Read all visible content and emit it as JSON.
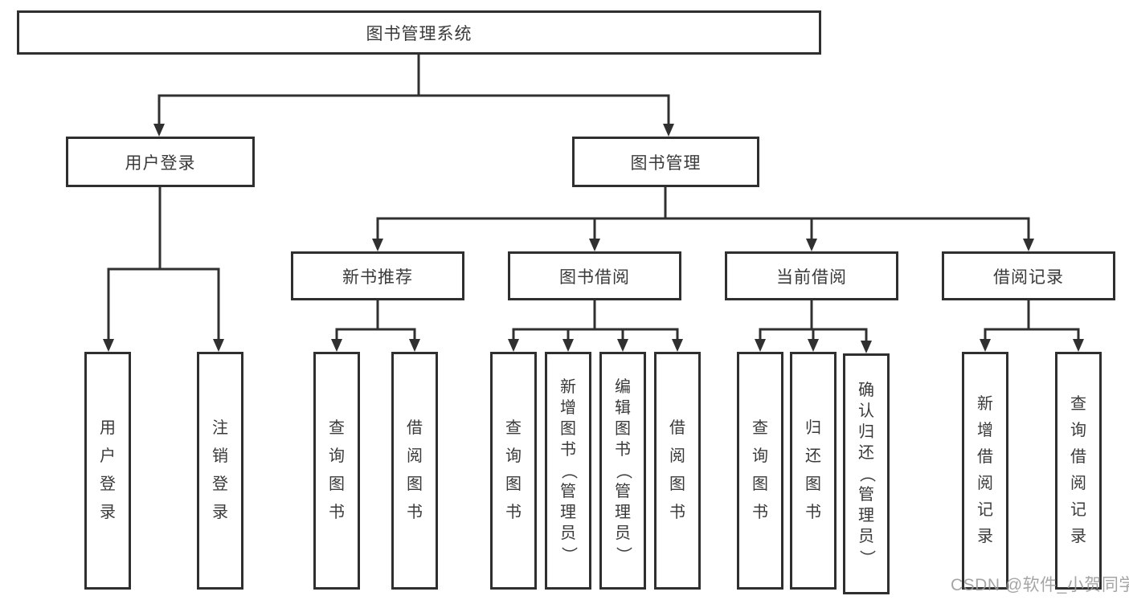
{
  "diagram": {
    "root": {
      "label": "图书管理系统"
    },
    "level2": [
      {
        "label": "用户登录"
      },
      {
        "label": "图书管理"
      }
    ],
    "level3": [
      {
        "label": "新书推荐"
      },
      {
        "label": "图书借阅"
      },
      {
        "label": "当前借阅"
      },
      {
        "label": "借阅记录"
      }
    ],
    "leaves": {
      "login": [
        {
          "label": "用户登录"
        },
        {
          "label": "注销登录"
        }
      ],
      "recommend": [
        {
          "label": "查询图书"
        },
        {
          "label": "借阅图书"
        }
      ],
      "borrow": [
        {
          "label": "查询图书"
        },
        {
          "label": "新增图书（管理员）"
        },
        {
          "label": "编辑图书（管理员）"
        },
        {
          "label": "借阅图书"
        }
      ],
      "current": [
        {
          "label": "查询图书"
        },
        {
          "label": "归还图书"
        },
        {
          "label": "确认归还（管理员）"
        }
      ],
      "records": [
        {
          "label": "新增借阅记录"
        },
        {
          "label": "查询借阅记录"
        }
      ]
    }
  },
  "watermark": {
    "text": "CSDN @软件_小贺同学"
  },
  "colors": {
    "line": "#303030",
    "node_border": "#2f2f2f",
    "node_text": "#3a3a3a",
    "watermark_text": "#9c9c9c",
    "background": "#ffffff"
  }
}
